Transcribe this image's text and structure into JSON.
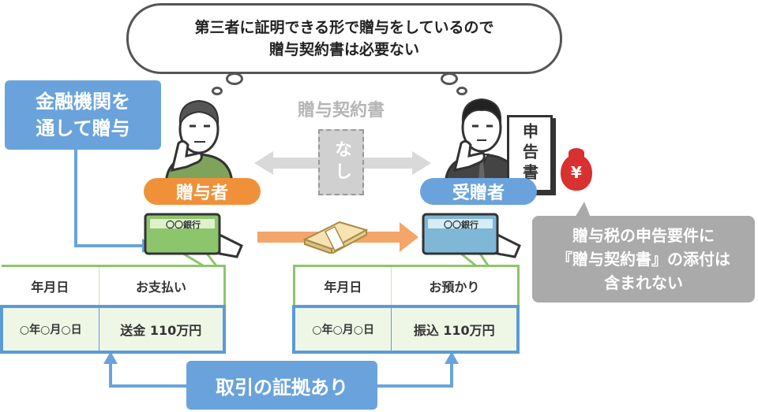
{
  "thought_bubble": {
    "line1": "第三者に証明できる形で贈与をしているので",
    "line2": "贈与契約書は必要ない"
  },
  "left_label": {
    "line1": "金融機関を",
    "line2": "通して贈与"
  },
  "contract": {
    "title": "贈与契約書",
    "none": "なし"
  },
  "giver": {
    "label": "贈与者",
    "color": "#f0913a"
  },
  "receiver": {
    "label": "受贈者",
    "color": "#6aa3dc"
  },
  "receiver_doc": {
    "text": "申告書"
  },
  "money_bag": {
    "symbol": "¥"
  },
  "passbook": {
    "text": "〇〇銀行"
  },
  "note_box": {
    "line1": "贈与税の申告要件に",
    "line2": "『贈与契約書』の添付は",
    "line3": "含まれない"
  },
  "giver_record": {
    "header_date": "年月日",
    "header_action": "お支払い",
    "date": "○年○月○日",
    "action": "送金 110万円"
  },
  "receiver_record": {
    "header_date": "年月日",
    "header_action": "お預かり",
    "date": "○年○月○日",
    "action": "振込 110万円"
  },
  "evidence": {
    "label": "取引の証拠あり"
  },
  "colors": {
    "green": "#8dc56c",
    "blue": "#6aa3dc",
    "orange": "#f0913a",
    "gray": "#aaaaaa"
  }
}
